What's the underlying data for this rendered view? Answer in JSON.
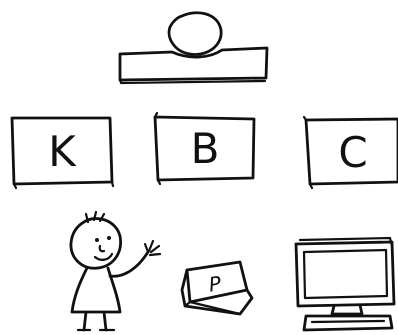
{
  "diagram": {
    "top_node": {
      "icon": "person-on-desk-icon"
    },
    "boxes": [
      {
        "letter": "K"
      },
      {
        "letter": "B"
      },
      {
        "letter": "C"
      }
    ],
    "bottom_row": {
      "figure": {
        "icon": "stick-figure-waving-icon"
      },
      "key": {
        "letter": "P",
        "icon": "keyboard-key-icon"
      },
      "computer": {
        "icon": "desktop-computer-icon"
      }
    }
  }
}
